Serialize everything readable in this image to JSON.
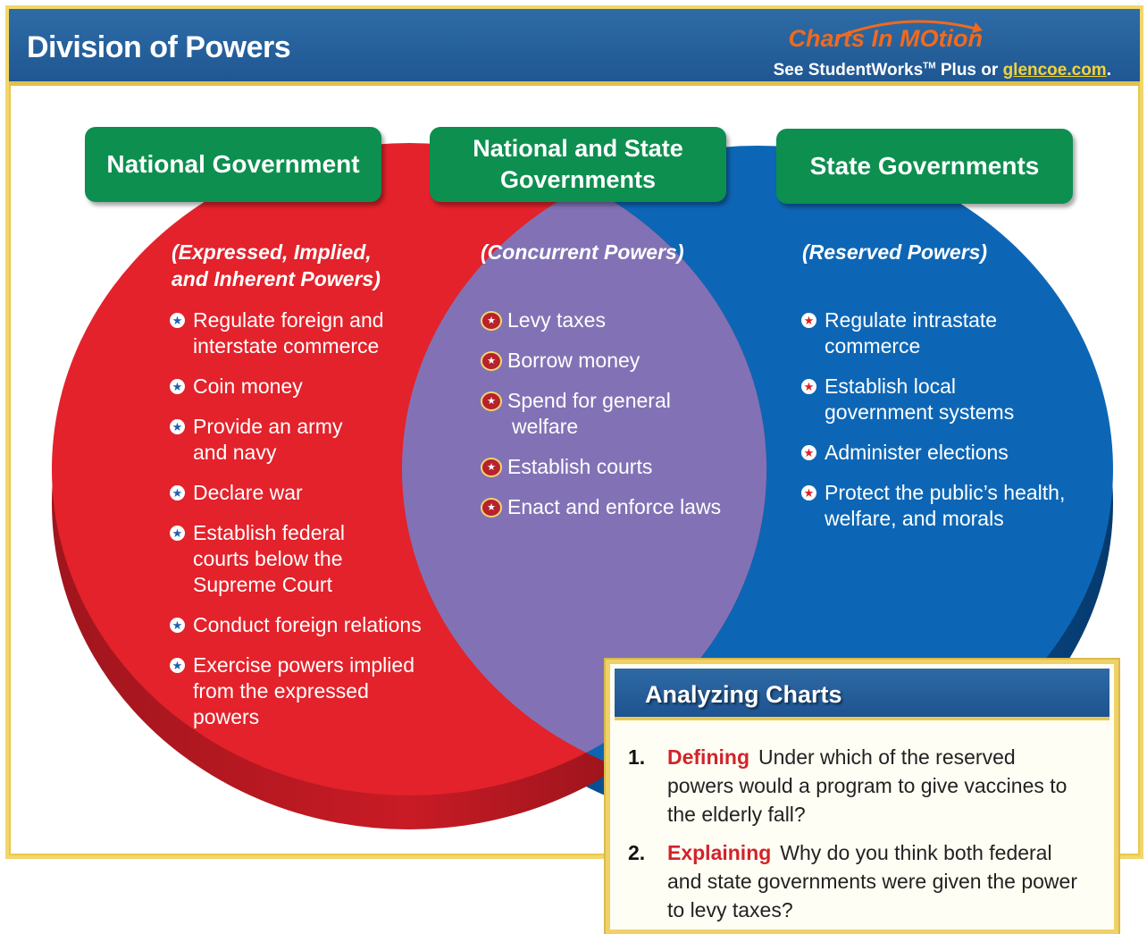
{
  "header": {
    "title": "Division of Powers",
    "logo_text": "Charts In MOtion",
    "see_prefix": "See StudentWorks",
    "trademark": "TM",
    "see_middle": " Plus or ",
    "link_text": "glencoe.com",
    "see_suffix": "."
  },
  "colors": {
    "national": "#e3222b",
    "state": "#0d66b5",
    "concurrent": "#8272b5",
    "label_green": "#0d8f4f",
    "header_blue": "#1f5793",
    "gold": "#f1d66b"
  },
  "national": {
    "label": "National Government",
    "subhead_line1": "(Expressed, Implied,",
    "subhead_line2": "and Inherent Powers)",
    "items": [
      {
        "l1": "Regulate foreign and",
        "l2": "interstate commerce"
      },
      {
        "l1": "Coin money"
      },
      {
        "l1": "Provide an army",
        "l2": "and navy"
      },
      {
        "l1": "Declare war"
      },
      {
        "l1": "Establish federal",
        "l2": "courts below the",
        "l3": "Supreme Court"
      },
      {
        "l1": "Conduct foreign relations"
      },
      {
        "l1": "Exercise powers implied",
        "l2": "from the expressed powers"
      }
    ]
  },
  "concurrent": {
    "label_line1": "National and State",
    "label_line2": "Governments",
    "subhead": "(Concurrent Powers)",
    "items": [
      {
        "l1": "Levy taxes"
      },
      {
        "l1": "Borrow money"
      },
      {
        "l1": "Spend for general",
        "l2": "welfare"
      },
      {
        "l1": "Establish courts"
      },
      {
        "l1": "Enact and enforce laws"
      }
    ]
  },
  "state": {
    "label": "State Governments",
    "subhead": "(Reserved Powers)",
    "items": [
      {
        "l1": "Regulate intrastate",
        "l2": "commerce"
      },
      {
        "l1": "Establish local",
        "l2": "government systems"
      },
      {
        "l1": "Administer elections"
      },
      {
        "l1": "Protect the public’s health,",
        "l2": "welfare, and morals"
      }
    ]
  },
  "analyzing": {
    "title": "Analyzing Charts",
    "questions": [
      {
        "num": "1.",
        "keyword": "Defining",
        "text": "Under which of the reserved powers would a program to give vaccines to the elderly fall?"
      },
      {
        "num": "2.",
        "keyword": "Explaining",
        "text": "Why do you think both federal and state governments were given the power to levy taxes?"
      }
    ]
  }
}
